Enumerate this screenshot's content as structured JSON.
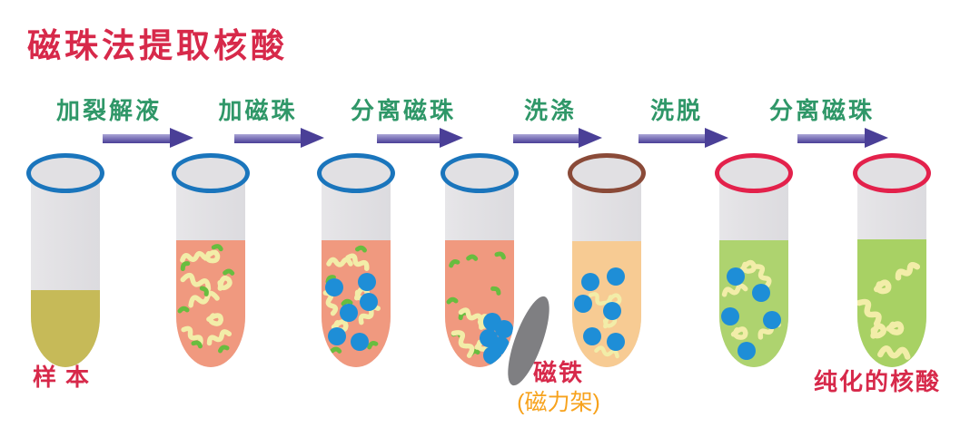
{
  "title": {
    "text": "磁珠法提取核酸"
  },
  "steps": [
    {
      "label": "加裂解液"
    },
    {
      "label": "加磁珠"
    },
    {
      "label": "分离磁珠"
    },
    {
      "label": "洗涤"
    },
    {
      "label": "洗脱"
    },
    {
      "label": "分离磁珠"
    }
  ],
  "tubes": [
    {
      "name": "sample",
      "caption": "样本",
      "rim_color": "#1a75bc",
      "liquid_color": "#c6ba58",
      "contents": []
    },
    {
      "name": "lysis",
      "caption": "",
      "rim_color": "#1a75bc",
      "liquid_color": "#f0997f",
      "contents": [
        "nucleic-acid-icon",
        "debris-icon"
      ]
    },
    {
      "name": "beads-added",
      "caption": "",
      "rim_color": "#1a75bc",
      "liquid_color": "#f0997f",
      "contents": [
        "nucleic-acid-icon",
        "debris-icon",
        "magnetic-bead-icon"
      ]
    },
    {
      "name": "separate-beads",
      "caption": "",
      "rim_color": "#1a75bc",
      "liquid_color": "#f0997f",
      "contents": [
        "nucleic-acid-icon",
        "debris-icon",
        "magnetic-bead-icon"
      ]
    },
    {
      "name": "wash",
      "caption": "",
      "rim_color": "#8a4a38",
      "liquid_color": "#f7cb93",
      "contents": [
        "magnetic-bead-icon",
        "nucleic-acid-icon"
      ]
    },
    {
      "name": "elute",
      "caption": "",
      "rim_color": "#e3214b",
      "liquid_color": "#aed36f",
      "contents": [
        "magnetic-bead-icon",
        "nucleic-acid-icon"
      ]
    },
    {
      "name": "purified",
      "caption": "纯化的核酸",
      "rim_color": "#e3214b",
      "liquid_color": "#a8d164",
      "contents": [
        "nucleic-acid-icon"
      ]
    }
  ],
  "magnet": {
    "label": "磁铁",
    "sublabel": "(磁力架)"
  },
  "colors": {
    "title": "#d7294a",
    "caption": "#d7294a",
    "step-label": "#2f9768",
    "label-orange": "#f7a21c",
    "arrow-light": "#aba5d6",
    "arrow-dark": "#4a3f97",
    "tube-grey": "#e3e2e5",
    "nucleic": "#f2eda8",
    "debris": "#68bd3f",
    "bead": "#1e8ed7",
    "magnet-grey": "#7f7f82"
  }
}
